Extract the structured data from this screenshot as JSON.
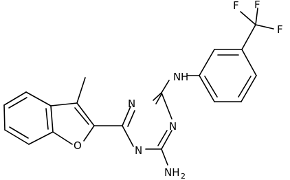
{
  "labels": {
    "f_left": "F",
    "f_mid": "F",
    "f_right": "F",
    "nh": "N",
    "nh_h": "H",
    "n_top": "N",
    "n_right": "N",
    "n_bottom": "N",
    "o": "O",
    "nh2": "NH",
    "nh2_sub": "2"
  }
}
